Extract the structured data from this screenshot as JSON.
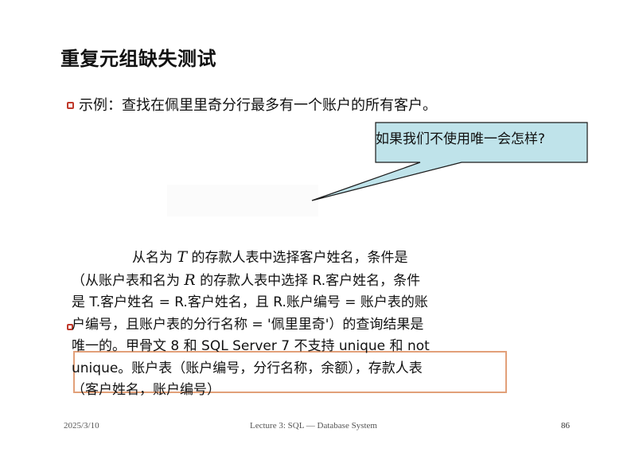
{
  "slide": {
    "title": "重复元组缺失测试",
    "bullet_text": "示例：查找在佩里里奇分行最多有一个账户的所有客户。",
    "callout_text": "如果我们不使用唯一会怎样?",
    "callout_fill": "#bfe3ea",
    "accent_color": "#c0392b",
    "box_border_color": "#e2a079"
  },
  "note": {
    "line1_a": "从名为",
    "line1_var": "T",
    "line1_b": "的存款人表中选择客户姓名，条件是",
    "line2_a": "（从账户表和名为",
    "line2_var": "R",
    "line2_b": "的存款人表中选择 R.客户姓名，条件",
    "line3": "是 T.客户姓名 = R.客户姓名，且 R.账户编号 = 账户表的账",
    "line4": "户编号，且账户表的分行名称 = '佩里里奇'）的查询结果是",
    "line5": "唯一的。甲骨文 8 和 SQL Server 7 不支持 unique 和 not",
    "line6": "unique。账户表（账户编号，分行名称，余额），存款人表",
    "line7": "（客户姓名，账户编号）"
  },
  "footer": {
    "date": "2025/3/10",
    "center": "Lecture 3: SQL — Database System",
    "page": "86"
  }
}
